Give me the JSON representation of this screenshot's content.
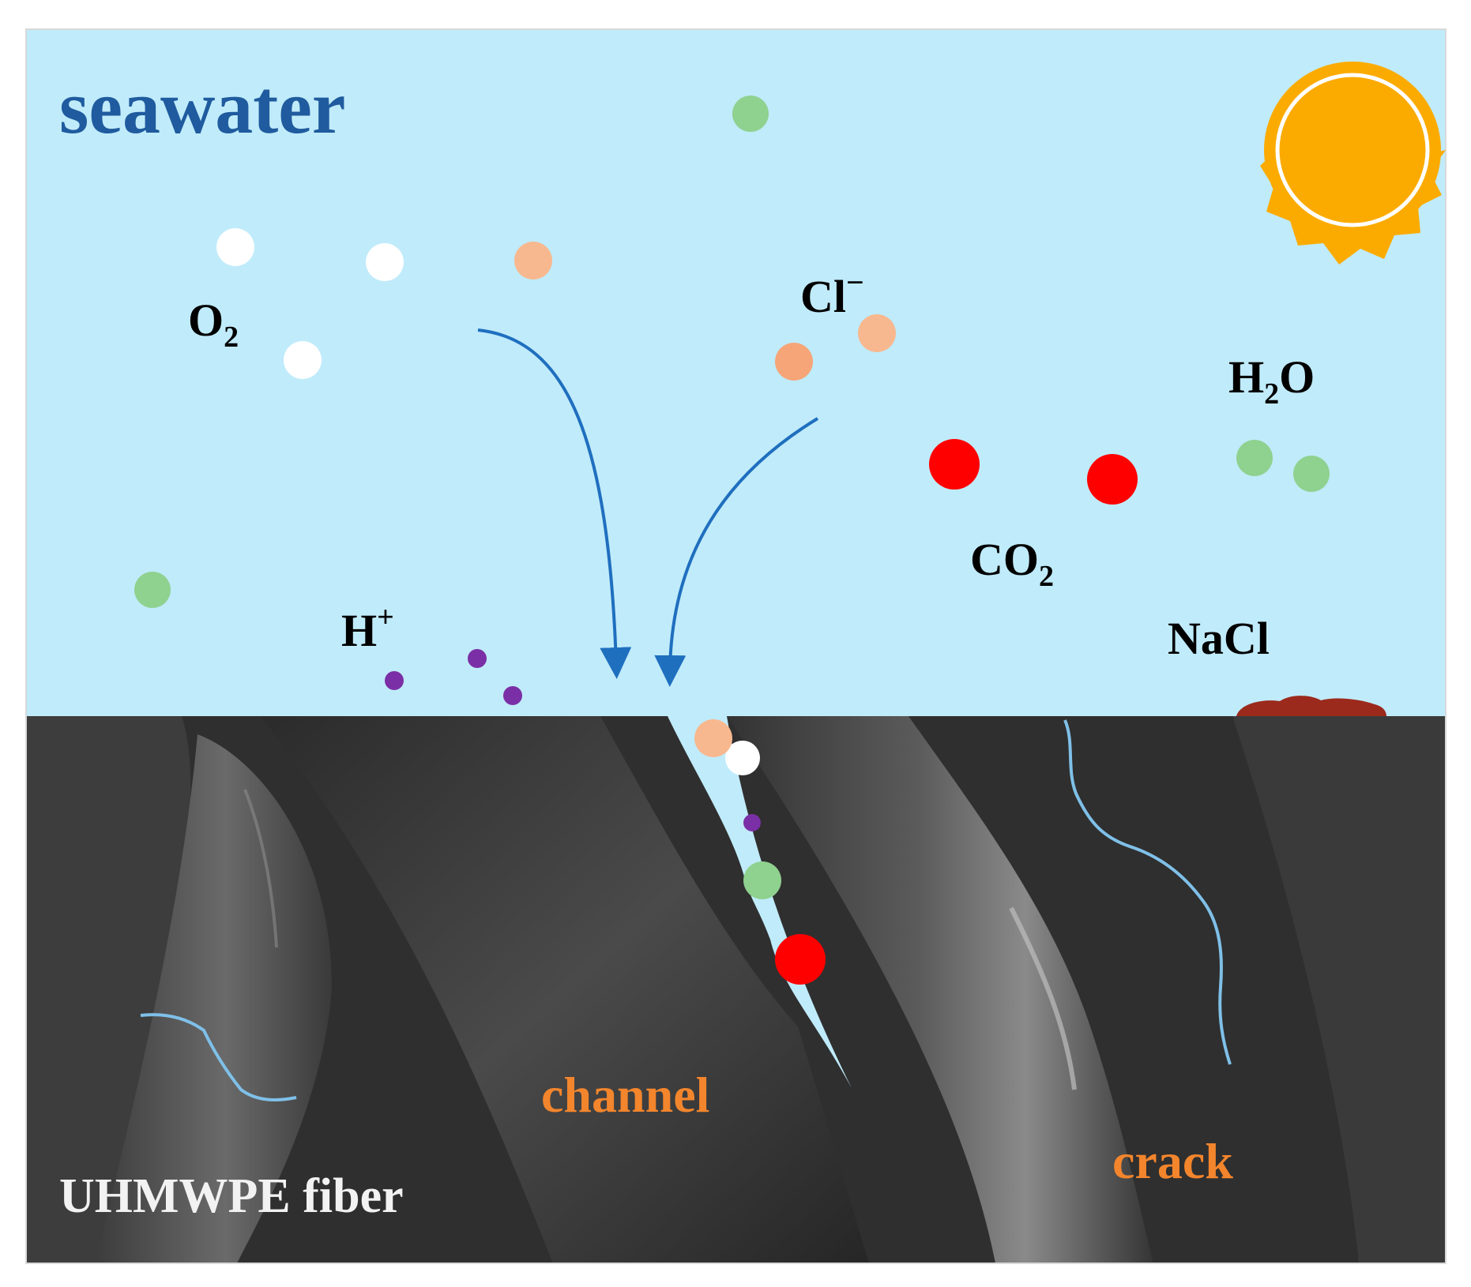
{
  "labels": {
    "seawater": "seawater",
    "o2_main": "O",
    "o2_sub": "2",
    "cl_main": "Cl",
    "cl_sup": "−",
    "h2o_h": "H",
    "h2o_sub": "2",
    "h2o_o": "O",
    "co2_main": "CO",
    "co2_sub": "2",
    "h_main": "H",
    "h_sup": "+",
    "nacl": "NaCl",
    "channel": "channel",
    "crack": "crack",
    "fiber": "UHMWPE fiber"
  },
  "colors": {
    "seawater_bg": "#c0ebfa",
    "seawater_text": "#1f5b9e",
    "sem_dark": "#2f2f2f",
    "arrow": "#1f6fbf",
    "o2_particle": "#ffffff",
    "cl_particle": "#f8b88f",
    "h2o_particle": "#8fd18f",
    "co2_particle": "#ff0000",
    "h_particle": "#7b2fa6",
    "nacl_deposit": "#9b2a1c",
    "sun": "#fbab00",
    "orange_label": "#f3852c",
    "crack_line": "#7fc0e8",
    "fiber_label": "#f2f2f2"
  },
  "icons": {
    "sun": "sun-icon"
  }
}
